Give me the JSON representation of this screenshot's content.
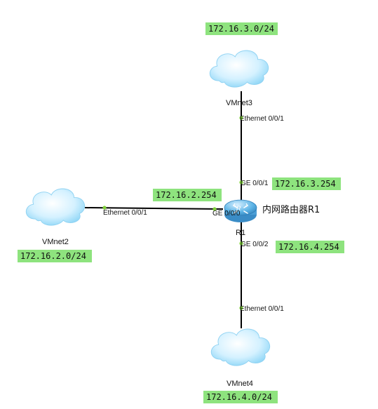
{
  "colors": {
    "tag_bg": "#8ee37e",
    "port_dot": "#7fd03a",
    "link": "#000000",
    "cloud_fill": "#c7ecff",
    "cloud_stroke": "#7fc9ef",
    "router_body": "#54a9dc"
  },
  "clouds": {
    "vmnet3": {
      "name": "VMnet3",
      "subnet": "172.16.3.0/24"
    },
    "vmnet2": {
      "name": "VMnet2",
      "subnet": "172.16.2.0/24"
    },
    "vmnet4": {
      "name": "VMnet4",
      "subnet": "172.16.4.0/24"
    }
  },
  "router": {
    "name": "R1",
    "title": "内网路由器R1",
    "icon": "router-icon"
  },
  "interfaces": {
    "ge001": {
      "port": "GE 0/0/1",
      "ip": "172.16.3.254"
    },
    "ge000": {
      "port": "GE 0/0/0",
      "ip": "172.16.2.254"
    },
    "ge002": {
      "port": "GE 0/0/2",
      "ip": "172.16.4.254"
    }
  },
  "cloud_ports": {
    "vmnet3": "Ethernet 0/0/1",
    "vmnet2": "Ethernet 0/0/1",
    "vmnet4": "Ethernet 0/0/1"
  }
}
